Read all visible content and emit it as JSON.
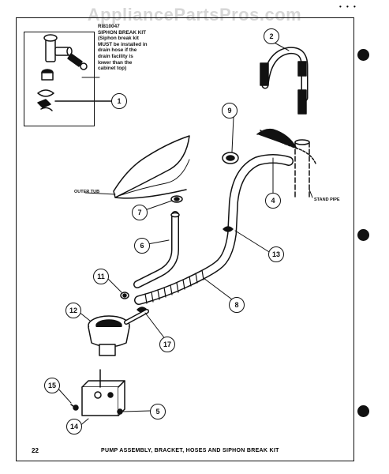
{
  "watermark": "AppliancePartsPros.com",
  "corner_marks": "• • •",
  "kit": {
    "line1": "RI810047",
    "line2": "SIPHON BREAK KIT",
    "line3": "(Siphon break kit",
    "line4": "MUST be installed in",
    "line5": "drain hose if the",
    "line6": "drain facility is",
    "line7": "lower than the",
    "line8": "cabinet top)"
  },
  "labels": {
    "outer_tub": "OUTER TUB",
    "stand_pipe": "STAND PIPE"
  },
  "callouts": [
    "1",
    "2",
    "4",
    "5",
    "6",
    "7",
    "8",
    "9",
    "11",
    "12",
    "13",
    "14",
    "15",
    "17"
  ],
  "footer": {
    "page_number": "22",
    "caption": "PUMP ASSEMBLY, BRACKET, HOSES AND SIPHON BREAK KIT"
  }
}
